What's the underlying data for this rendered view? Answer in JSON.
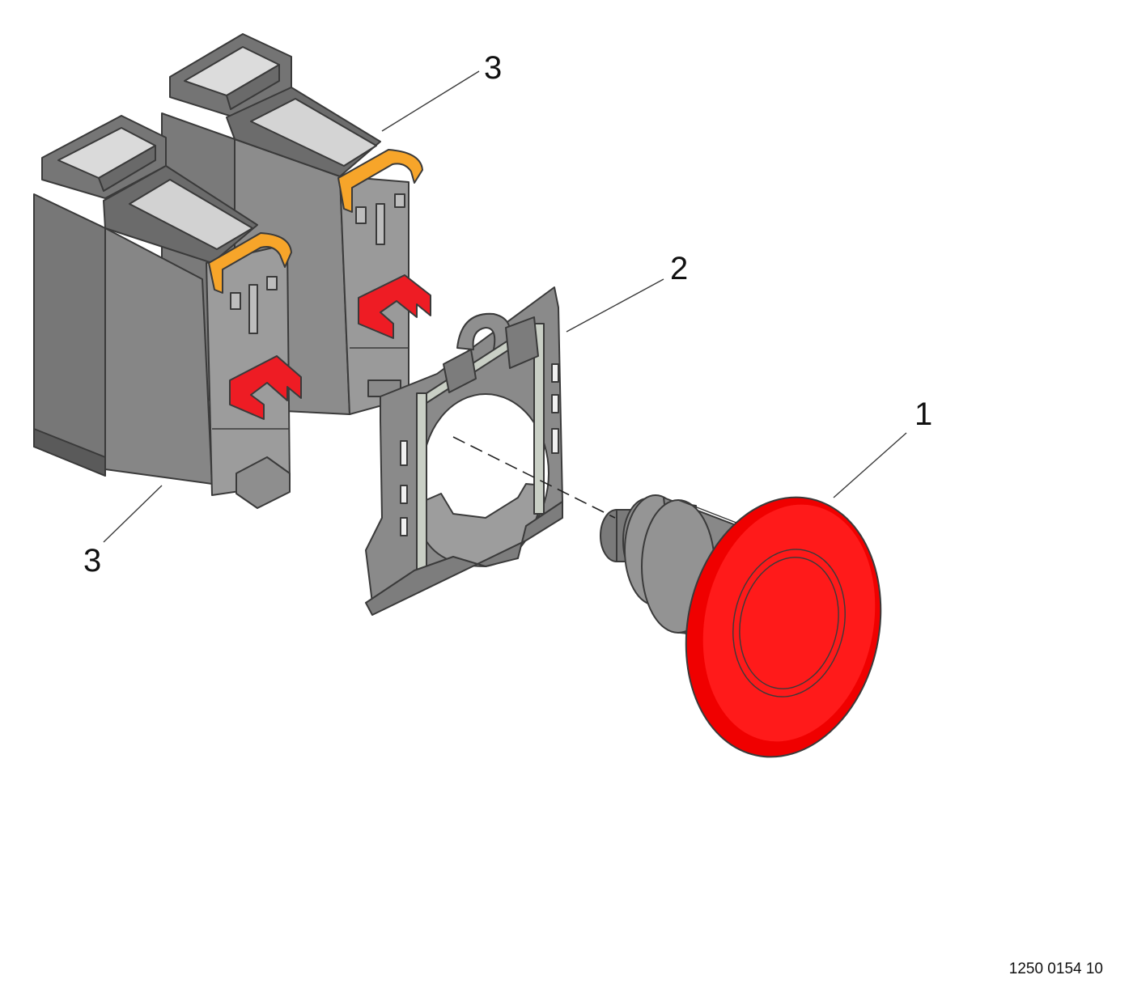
{
  "callouts": {
    "pushbutton": "1",
    "mounting_collar": "2",
    "contact_block_rear": "3",
    "contact_block_front": "3"
  },
  "document_number": "1250 0154 10",
  "colors": {
    "block_side": "#7f7f7f",
    "block_front": "#8e8e8e",
    "block_top": "#6f6f6f",
    "block_inner": "#d9d9d9",
    "clip_orange": "#f7a52a",
    "latch_red": "#ee1c24",
    "mushroom_red": "#ff0000",
    "collar_gray": "#8a8a8a"
  }
}
